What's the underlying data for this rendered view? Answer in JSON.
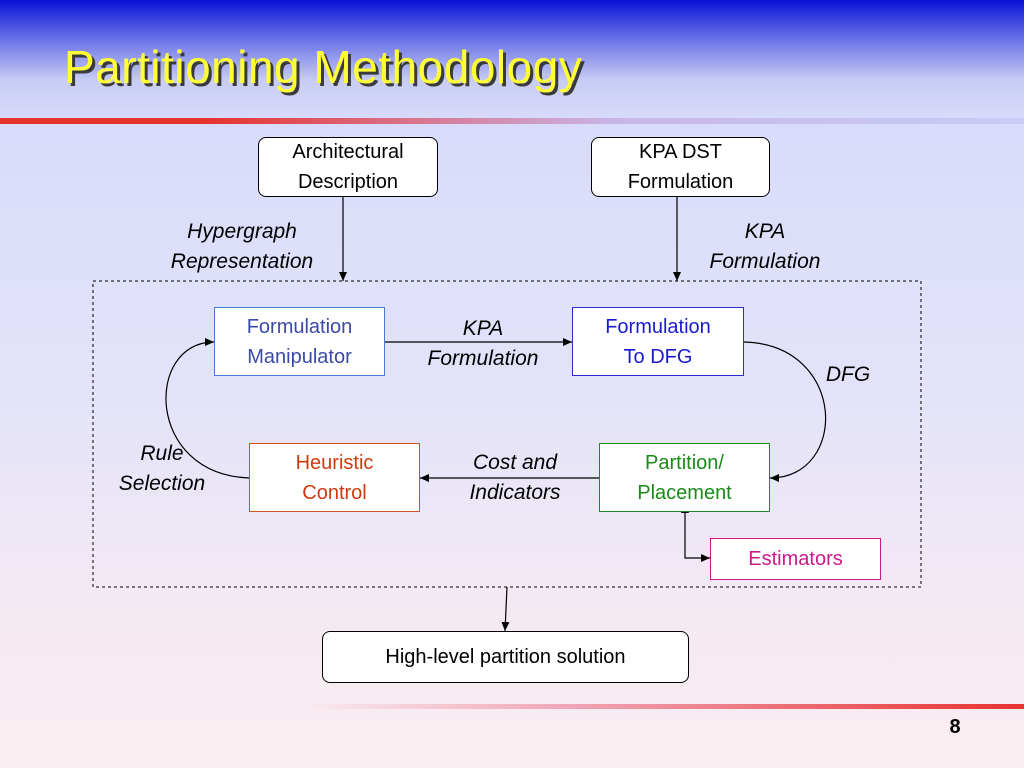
{
  "slide": {
    "title": "Partitioning Methodology",
    "page_number": "8"
  },
  "nodes": {
    "architectural_description": "Architectural\nDescription",
    "kpa_dst_formulation": "KPA DST\nFormulation",
    "formulation_manipulator": "Formulation\nManipulator",
    "formulation_to_dfg": "Formulation\nTo DFG",
    "heuristic_control": "Heuristic\nControl",
    "partition_placement": "Partition/\nPlacement",
    "estimators": "Estimators",
    "high_level_solution": "High-level partition solution"
  },
  "edge_labels": {
    "hypergraph_representation": "Hypergraph\nRepresentation",
    "kpa_formulation_top": "KPA\nFormulation",
    "kpa_formulation_mid": "KPA\nFormulation",
    "dfg": "DFG",
    "cost_and_indicators": "Cost and\nIndicators",
    "rule_selection": "Rule\nSelection"
  },
  "colors": {
    "title": "#ffff33",
    "formulation_manipulator": "#3a4aa8",
    "formulation_to_dfg": "#1a1ad0",
    "heuristic_control": "#d03a10",
    "partition_placement": "#1a8a1a",
    "estimators": "#cc1a8a"
  }
}
